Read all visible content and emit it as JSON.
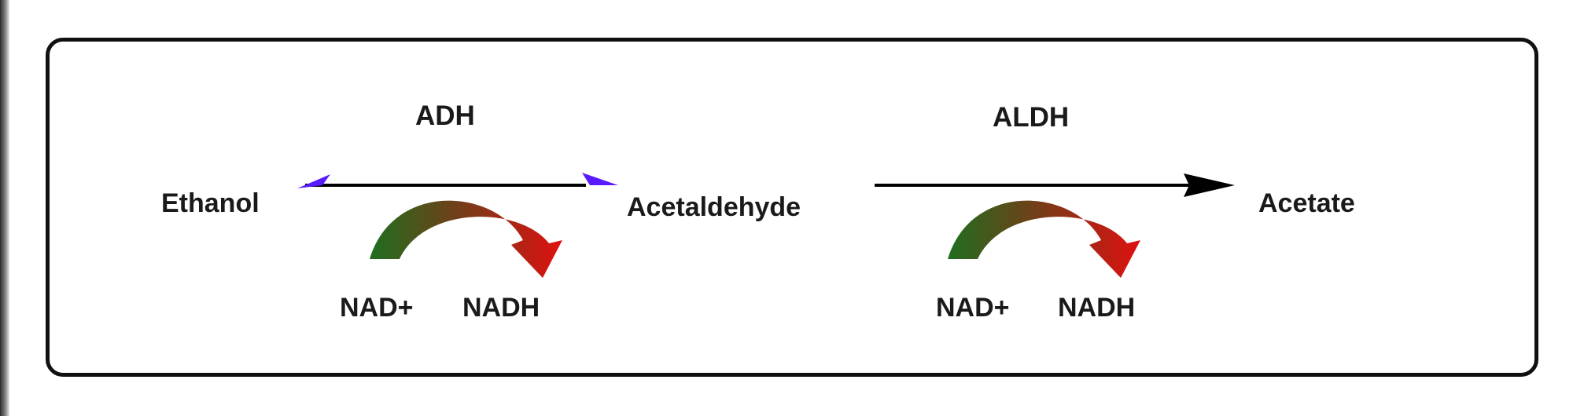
{
  "compounds": {
    "ethanol": "Ethanol",
    "acetaldehyde": "Acetaldehyde",
    "acetate": "Acetate"
  },
  "enzymes": {
    "adh": "ADH",
    "aldh": "ALDH"
  },
  "cofactors": {
    "step1": {
      "input": "NAD+",
      "output": "NADH"
    },
    "step2": {
      "input": "NAD+",
      "output": "NADH"
    }
  },
  "colors": {
    "reversible_arrowheads": "#5a1aff",
    "cofactor_arrow_start": "#1f7a22",
    "cofactor_arrow_end": "#d41414",
    "forward_arrow": "#000000"
  }
}
